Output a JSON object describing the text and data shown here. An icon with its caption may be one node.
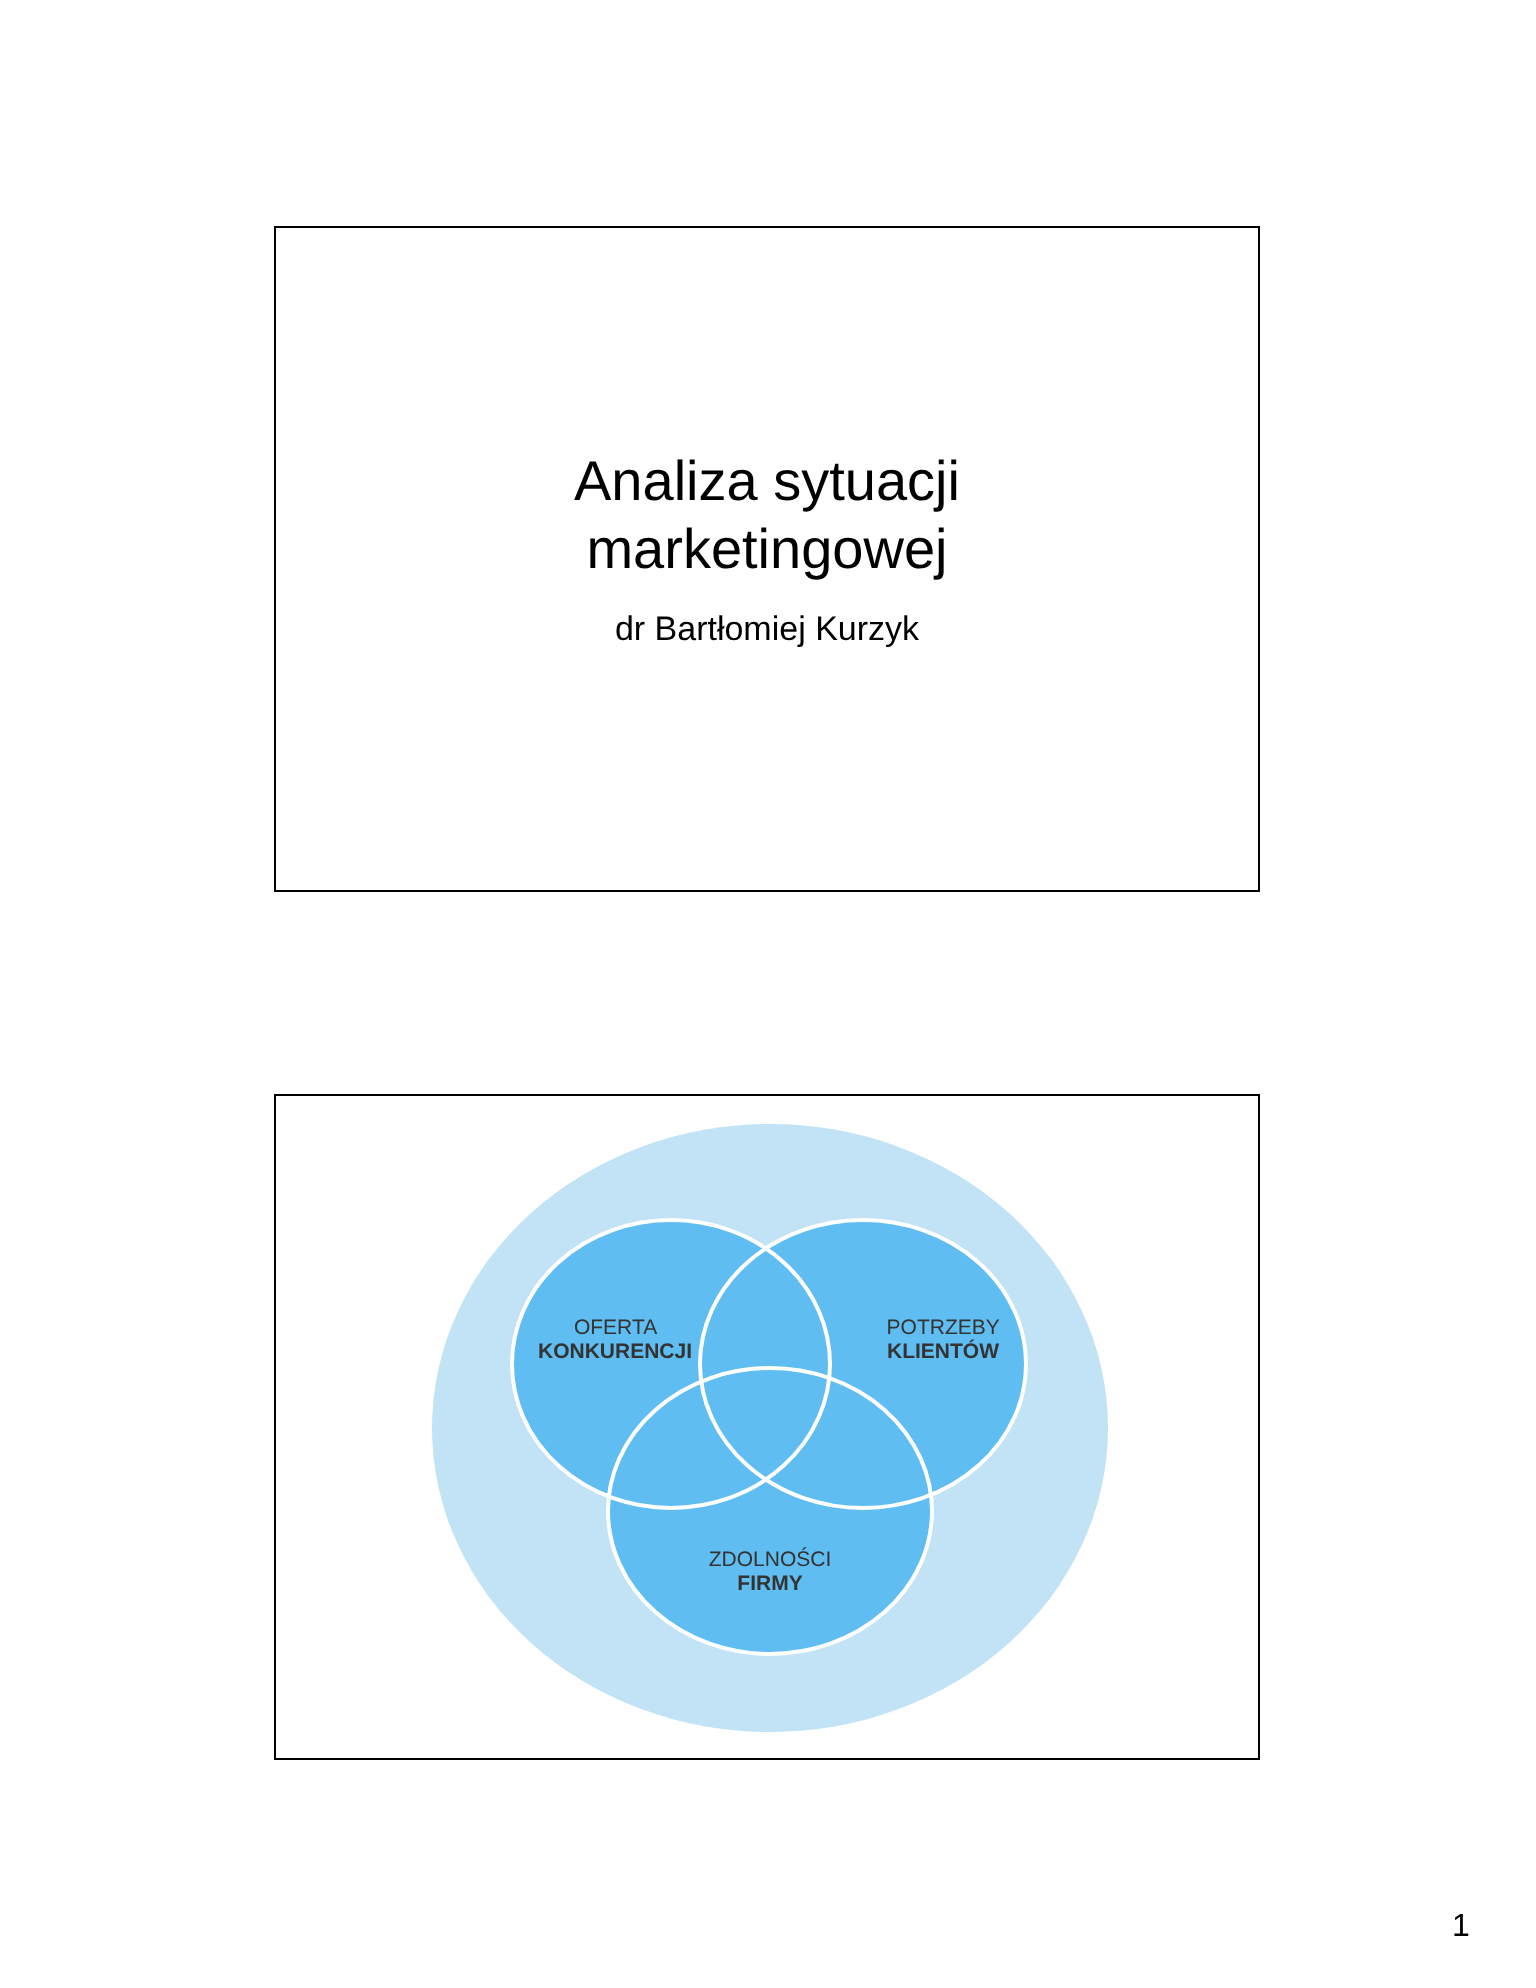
{
  "diagram": {
    "nodes": [
      {
        "text": [
          "Analiza sytuacji marketingowej",
          "dr Bartłomiej Kurzyk"
        ]
      },
      {
        "text": [],
        "shape": "box"
      },
      {
        "text": [],
        "shape": "circle",
        "in": 1
      },
      {
        "text": [
          "OFERTA **KONKURENCJI**"
        ],
        "in": 2
      },
      {
        "text": [
          "POTRZEBY **KLIENTÓW**"
        ],
        "in": 2
      },
      {
        "text": [
          "ZDOLNOŚCI **FIRMY**"
        ],
        "in": 2
      }
    ],
    "labels": [
      "1"
    ]
  }
}
